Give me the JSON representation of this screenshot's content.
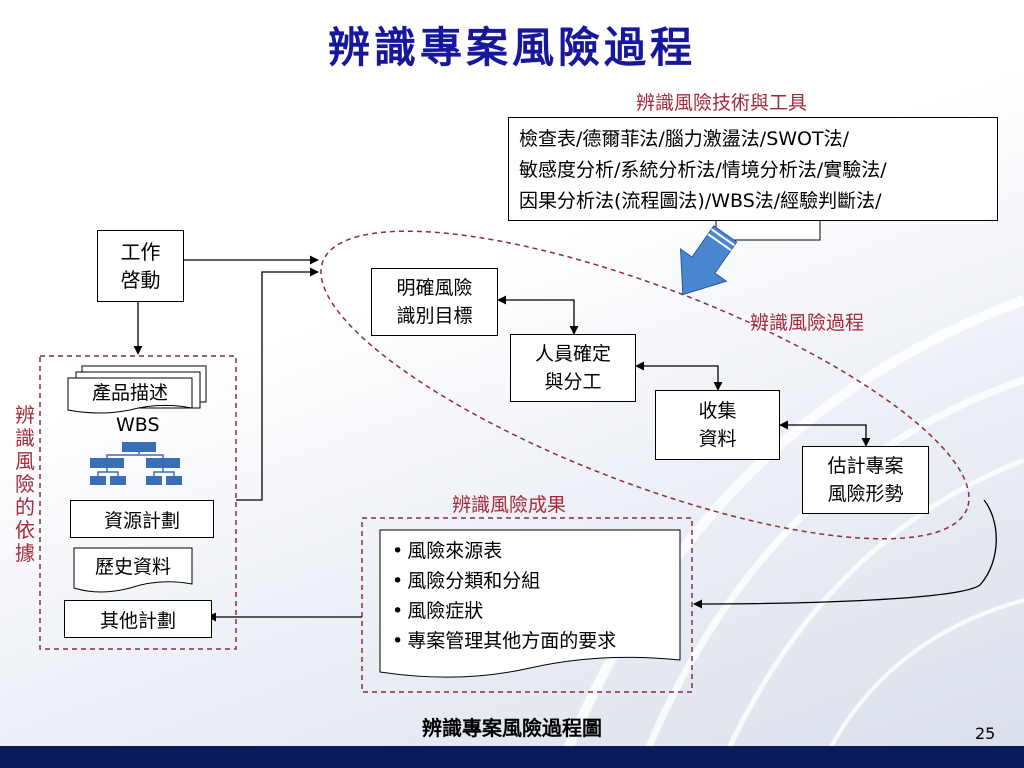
{
  "slide": {
    "title": "辨識專案風險過程",
    "caption": "辨識專案風險過程圖",
    "page_number": "25"
  },
  "tools_section": {
    "label": "辨識風險技術與工具",
    "lines": [
      "檢查表/德爾菲法/腦力激盪法/SWOT法/",
      "敏感度分析/系統分析法/情境分析法/實驗法/",
      "因果分析法(流程圖法)/WBS法/經驗判斷法/"
    ]
  },
  "process": {
    "label": "辨識風險過程",
    "start_box": [
      "工作",
      "啓動"
    ],
    "steps": [
      [
        "明確風險",
        "識別目標"
      ],
      [
        "人員確定",
        "與分工"
      ],
      [
        "收集",
        "資料"
      ],
      [
        "估計專案",
        "風險形勢"
      ]
    ]
  },
  "basis": {
    "label": "辨識風險的依據",
    "product_desc": "產品描述",
    "wbs": "WBS",
    "resource_plan": "資源計劃",
    "history": "歷史資料",
    "other_plan": "其他計劃"
  },
  "results": {
    "label": "辨識風險成果",
    "items": [
      "風險來源表",
      "風險分類和分組",
      "風險症狀",
      "專案管理其他方面的要求"
    ]
  },
  "colors": {
    "title": "#17179c",
    "label": "#a52a3a",
    "arrow_fill": "#4a86d0",
    "wbs_node": "#3a6fb8",
    "footer": "#0a1a5c"
  }
}
